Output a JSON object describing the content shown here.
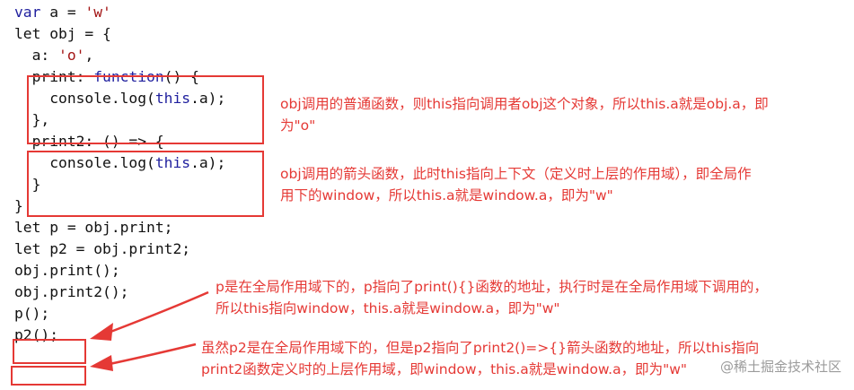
{
  "code": {
    "lines": [
      [
        {
          "t": "var",
          "k": "kw"
        },
        {
          "t": " a = "
        },
        {
          "t": "'w'",
          "k": "str"
        }
      ],
      [
        {
          "t": "let obj = {"
        }
      ],
      [
        {
          "t": "  a: "
        },
        {
          "t": "'o'",
          "k": "str"
        },
        {
          "t": ","
        }
      ],
      [
        {
          "t": "  print: "
        },
        {
          "t": "function",
          "k": "kw"
        },
        {
          "t": "() {"
        }
      ],
      [
        {
          "t": "    console.log("
        },
        {
          "t": "this",
          "k": "kw"
        },
        {
          "t": ".a);"
        }
      ],
      [
        {
          "t": "  },"
        }
      ],
      [
        {
          "t": "  print2: () => {"
        }
      ],
      [
        {
          "t": "    console.log("
        },
        {
          "t": "this",
          "k": "kw"
        },
        {
          "t": ".a);"
        }
      ],
      [
        {
          "t": "  }"
        }
      ],
      [
        {
          "t": "}"
        }
      ],
      [
        {
          "t": "let p = obj.print;"
        }
      ],
      [
        {
          "t": "let p2 = obj.print2;"
        }
      ],
      [
        {
          "t": "obj.print();"
        }
      ],
      [
        {
          "t": "obj.print2();"
        }
      ],
      [
        {
          "t": "p();"
        }
      ],
      [
        {
          "t": "p2();"
        }
      ]
    ]
  },
  "annotations": {
    "print_note": {
      "line1": "obj调用的普通函数，则this指向调用者obj这个对象，所以this.a就是obj.a，即",
      "line2": "为\"o\""
    },
    "print2_note": {
      "line1": "obj调用的箭头函数，此时this指向上下文（定义时上层的作用域），即全局作",
      "line2": "用下的window，所以this.a就是window.a，即为\"w\""
    },
    "p_note": {
      "line1": "p是在全局作用域下的，p指向了print(){}函数的地址，执行时是在全局作用域下调用的，",
      "line2": "所以this指向window，this.a就是window.a，即为\"w\""
    },
    "p2_note": {
      "line1": "虽然p2是在全局作用域下的，但是p2指向了print2()=>{}箭头函数的地址，所以this指向",
      "line2": "print2函数定义时的上层作用域，即window，this.a就是window.a，即为\"w\""
    }
  },
  "watermark": "@稀土掘金技术社区",
  "colors": {
    "annotation": "#e53935",
    "keyword": "#1f1f9e",
    "string": "#a31515",
    "code": "#111111"
  }
}
